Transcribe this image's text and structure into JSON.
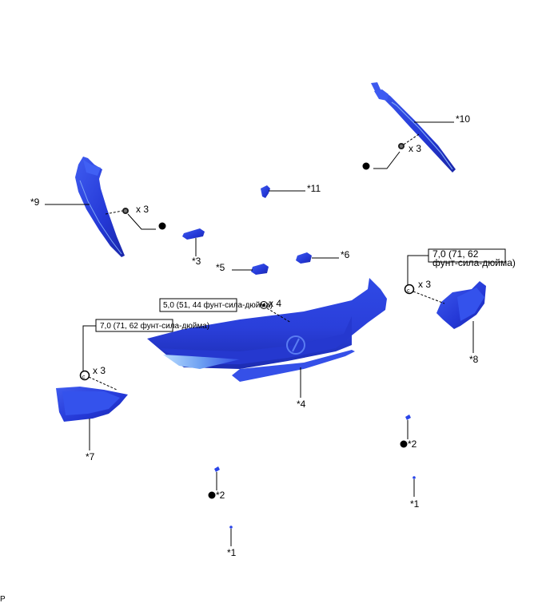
{
  "callouts": {
    "p1a": "*1",
    "p1b": "*1",
    "p2a": "*2",
    "p2b": "*2",
    "p3": "*3",
    "p4": "*4",
    "p5": "*5",
    "p6": "*6",
    "p7": "*7",
    "p8": "*8",
    "p9": "*9",
    "p10": "*10",
    "p11": "*11"
  },
  "quantities": {
    "q9": "x 3",
    "q10": "x 3",
    "q8": "x 3",
    "q7": "x 3",
    "q4": "x 4"
  },
  "torques": {
    "t4": "5,0 (51, 44 фунт-сила-дюйма)",
    "t7": "7,0 (71, 62 фунт-сила-дюйма)",
    "t8_line1": "7,0 (71, 62",
    "t8_line2": "фунт-сила-дюйма)"
  },
  "corner_code": "P",
  "colors": {
    "part": "#2a45e8",
    "part_dark": "#1a2ab0",
    "part_light": "#8fb6f5"
  }
}
